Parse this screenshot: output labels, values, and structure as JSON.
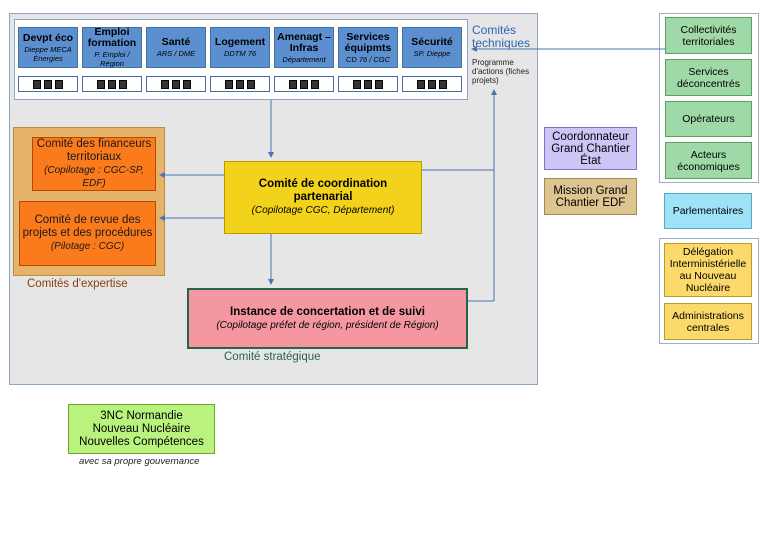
{
  "themes": [
    {
      "name": "Devpt éco",
      "sub": "Dieppe MECA Énergies"
    },
    {
      "name": "Emploi formation",
      "sub": "P. Emploi / Région"
    },
    {
      "name": "Santé",
      "sub": "ARS / DME"
    },
    {
      "name": "Logement",
      "sub": "DDTM 76"
    },
    {
      "name": "Amenagt – Infras",
      "sub": "Département"
    },
    {
      "name": "Services équipmts",
      "sub": "CD 76 / CGC"
    },
    {
      "name": "Sécurité",
      "sub": "SP. Dieppe"
    }
  ],
  "labels": {
    "comites_techniques": "Comités techniques",
    "programme_actions": "Programme d'actions (fiches projets)",
    "comites_expertise": "Comités d'expertise",
    "comite_strategique": "Comité stratégique",
    "avec_gouvernance": "avec sa propre gouvernance"
  },
  "committees": {
    "financeurs": {
      "title": "Comité des financeurs territoriaux",
      "sub": "(Copilotage : CGC-SP, EDF)"
    },
    "revue": {
      "title": "Comité de revue des projets et des procédures",
      "sub": "(Pilotage : CGC)"
    },
    "coordination": {
      "title": "Comité de coordination partenarial",
      "sub": "(Copilotage CGC, Département)"
    },
    "instance": {
      "title": "Instance de concertation et de suivi",
      "sub": "(Copilotage préfet de région, président de Région)"
    }
  },
  "middle_boxes": {
    "coordonnateur": "Coordonnateur Grand Chantier État",
    "mission": "Mission Grand Chantier EDF"
  },
  "right_boxes": {
    "collectivites": "Collectivités territoriales",
    "services": "Services déconcentrés",
    "operateurs": "Opérateurs",
    "acteurs": "Acteurs économiques",
    "parlementaires": "Parlementaires",
    "delegation": "Délégation Interministérielle au Nouveau Nucléaire",
    "administrations": "Administrations centrales"
  },
  "nc3": "3NC Normandie Nouveau Nucléaire Nouvelles Compétences",
  "colors": {
    "theme_blue": "#5b8fcf",
    "orange": "#fb7a1b",
    "yellow": "#f3d21c",
    "pink": "#f497a1",
    "green": "#9fd9a8",
    "lime": "#b9f27d"
  }
}
